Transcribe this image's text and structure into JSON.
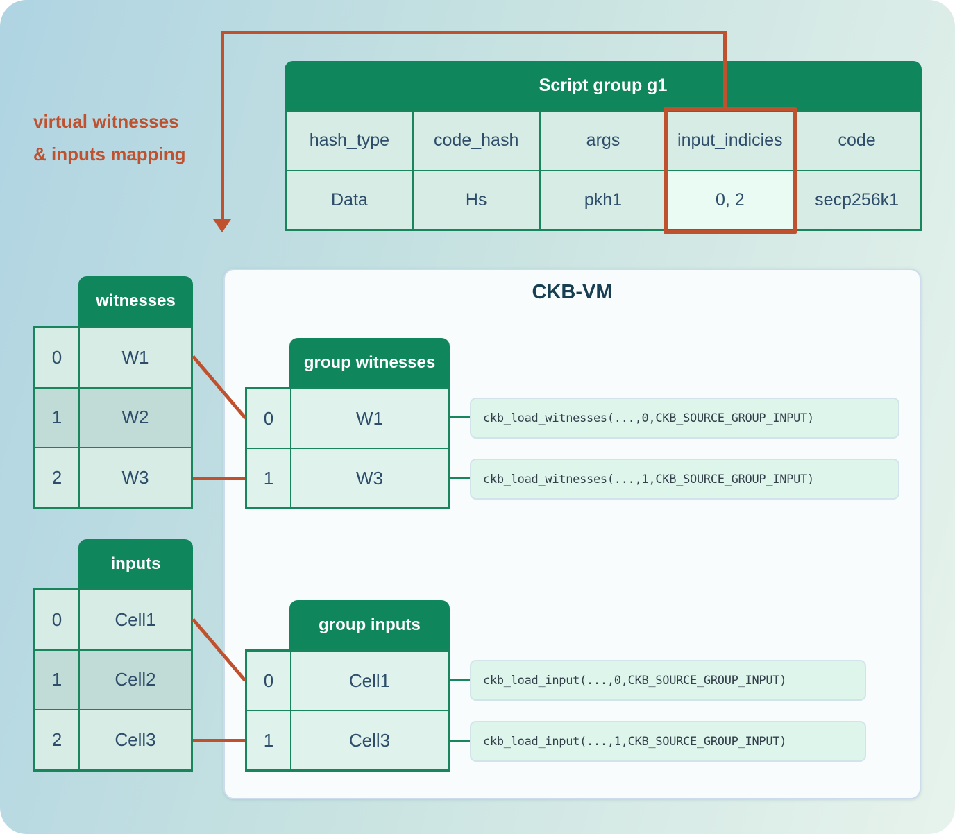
{
  "annotation": {
    "line1": "virtual witnesses",
    "line2": "& inputs mapping"
  },
  "script_group": {
    "title": "Script group g1",
    "columns": [
      "hash_type",
      "code_hash",
      "args",
      "input_indicies",
      "code"
    ],
    "values": [
      "Data",
      "Hs",
      "pkh1",
      "0, 2",
      "secp256k1"
    ],
    "highlighted_column": "input_indicies"
  },
  "vm_panel": {
    "title": "CKB-VM"
  },
  "witnesses": {
    "title": "witnesses",
    "rows": [
      {
        "index": "0",
        "value": "W1"
      },
      {
        "index": "1",
        "value": "W2"
      },
      {
        "index": "2",
        "value": "W3"
      }
    ]
  },
  "group_witnesses": {
    "title": "group witnesses",
    "rows": [
      {
        "index": "0",
        "value": "W1"
      },
      {
        "index": "1",
        "value": "W3"
      }
    ]
  },
  "witness_calls": [
    "ckb_load_witnesses(...,0,CKB_SOURCE_GROUP_INPUT)",
    "ckb_load_witnesses(...,1,CKB_SOURCE_GROUP_INPUT)"
  ],
  "inputs": {
    "title": "inputs",
    "rows": [
      {
        "index": "0",
        "value": "Cell1"
      },
      {
        "index": "1",
        "value": "Cell2"
      },
      {
        "index": "2",
        "value": "Cell3"
      }
    ]
  },
  "group_inputs": {
    "title": "group inputs",
    "rows": [
      {
        "index": "0",
        "value": "Cell1"
      },
      {
        "index": "1",
        "value": "Cell3"
      }
    ]
  },
  "input_calls": [
    "ckb_load_input(...,0,CKB_SOURCE_GROUP_INPUT)",
    "ckb_load_input(...,1,CKB_SOURCE_GROUP_INPUT)"
  ],
  "colors": {
    "green": "#10865c",
    "red_accent": "#c0512e",
    "ink": "#2d4d6a",
    "panel_bg": "#f8fcfd"
  }
}
